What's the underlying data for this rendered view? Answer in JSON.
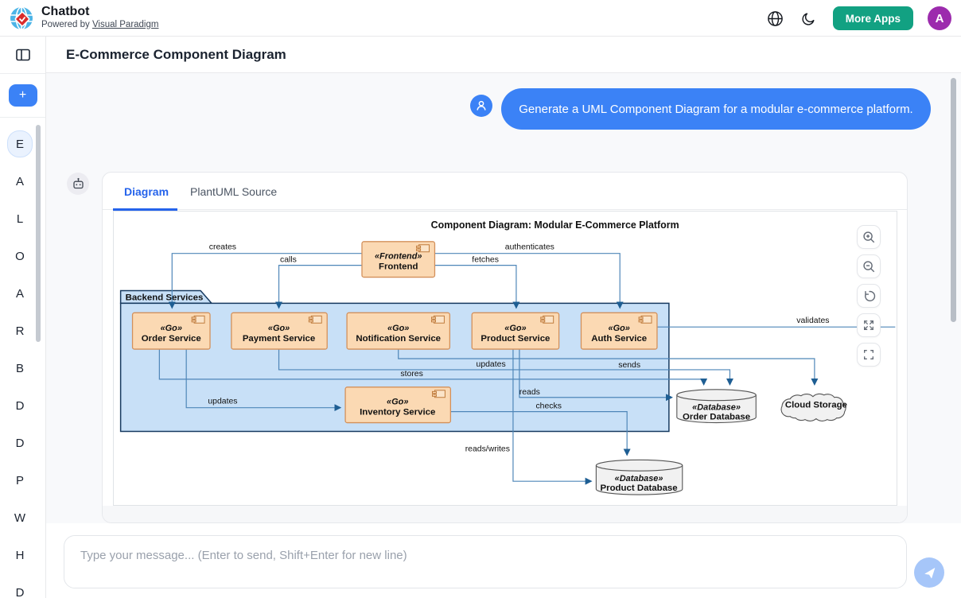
{
  "header": {
    "app_title": "Chatbot",
    "powered_by": "Powered by ",
    "powered_by_link": "Visual Paradigm",
    "more_apps": "More Apps",
    "avatar_letter": "A"
  },
  "sidebar": {
    "new_chat": "+",
    "items": [
      "E",
      "A",
      "L",
      "O",
      "A",
      "R",
      "B",
      "D",
      "D",
      "P",
      "W",
      "H",
      "D"
    ]
  },
  "page_title": "E-Commerce Component Diagram",
  "chat": {
    "user_message": "Generate a UML Component Diagram for a modular e-commerce platform.",
    "tabs": [
      "Diagram",
      "PlantUML Source"
    ]
  },
  "composer": {
    "placeholder": "Type your message... (Enter to send, Shift+Enter for new line)"
  },
  "diagram": {
    "title": "Component Diagram: Modular E-Commerce Platform",
    "package": "Backend Services",
    "nodes": {
      "frontend": {
        "stereotype": "«Frontend»",
        "name": "Frontend"
      },
      "order": {
        "stereotype": "«Go»",
        "name": "Order Service"
      },
      "payment": {
        "stereotype": "«Go»",
        "name": "Payment Service"
      },
      "notification": {
        "stereotype": "«Go»",
        "name": "Notification Service"
      },
      "product": {
        "stereotype": "«Go»",
        "name": "Product Service"
      },
      "auth": {
        "stereotype": "«Go»",
        "name": "Auth Service"
      },
      "inventory": {
        "stereotype": "«Go»",
        "name": "Inventory Service"
      },
      "orderdb": {
        "stereotype": "«Database»",
        "name": "Order Database"
      },
      "productdb": {
        "stereotype": "«Database»",
        "name": "Product Database"
      },
      "cloud": {
        "name": "Cloud Storage"
      }
    },
    "labels": {
      "creates": "creates",
      "calls": "calls",
      "authenticates": "authenticates",
      "fetches": "fetches",
      "validates": "validates",
      "updates_order_db": "updates",
      "sends": "sends",
      "stores": "stores",
      "updates_inventory": "updates",
      "reads": "reads",
      "checks": "checks",
      "reads_writes": "reads/writes"
    }
  },
  "colors": {
    "accent_blue": "#3b82f6",
    "tab_blue": "#2563eb",
    "more_apps_green": "#12a182",
    "avatar_purple": "#9c2bad",
    "component_fill": "#fbd9b3",
    "component_border": "#d3905a",
    "package_fill": "#c8e0f7",
    "package_border": "#16395f",
    "edge_blue": "#4e86b8",
    "datastore_fill": "#f1f1f1"
  }
}
